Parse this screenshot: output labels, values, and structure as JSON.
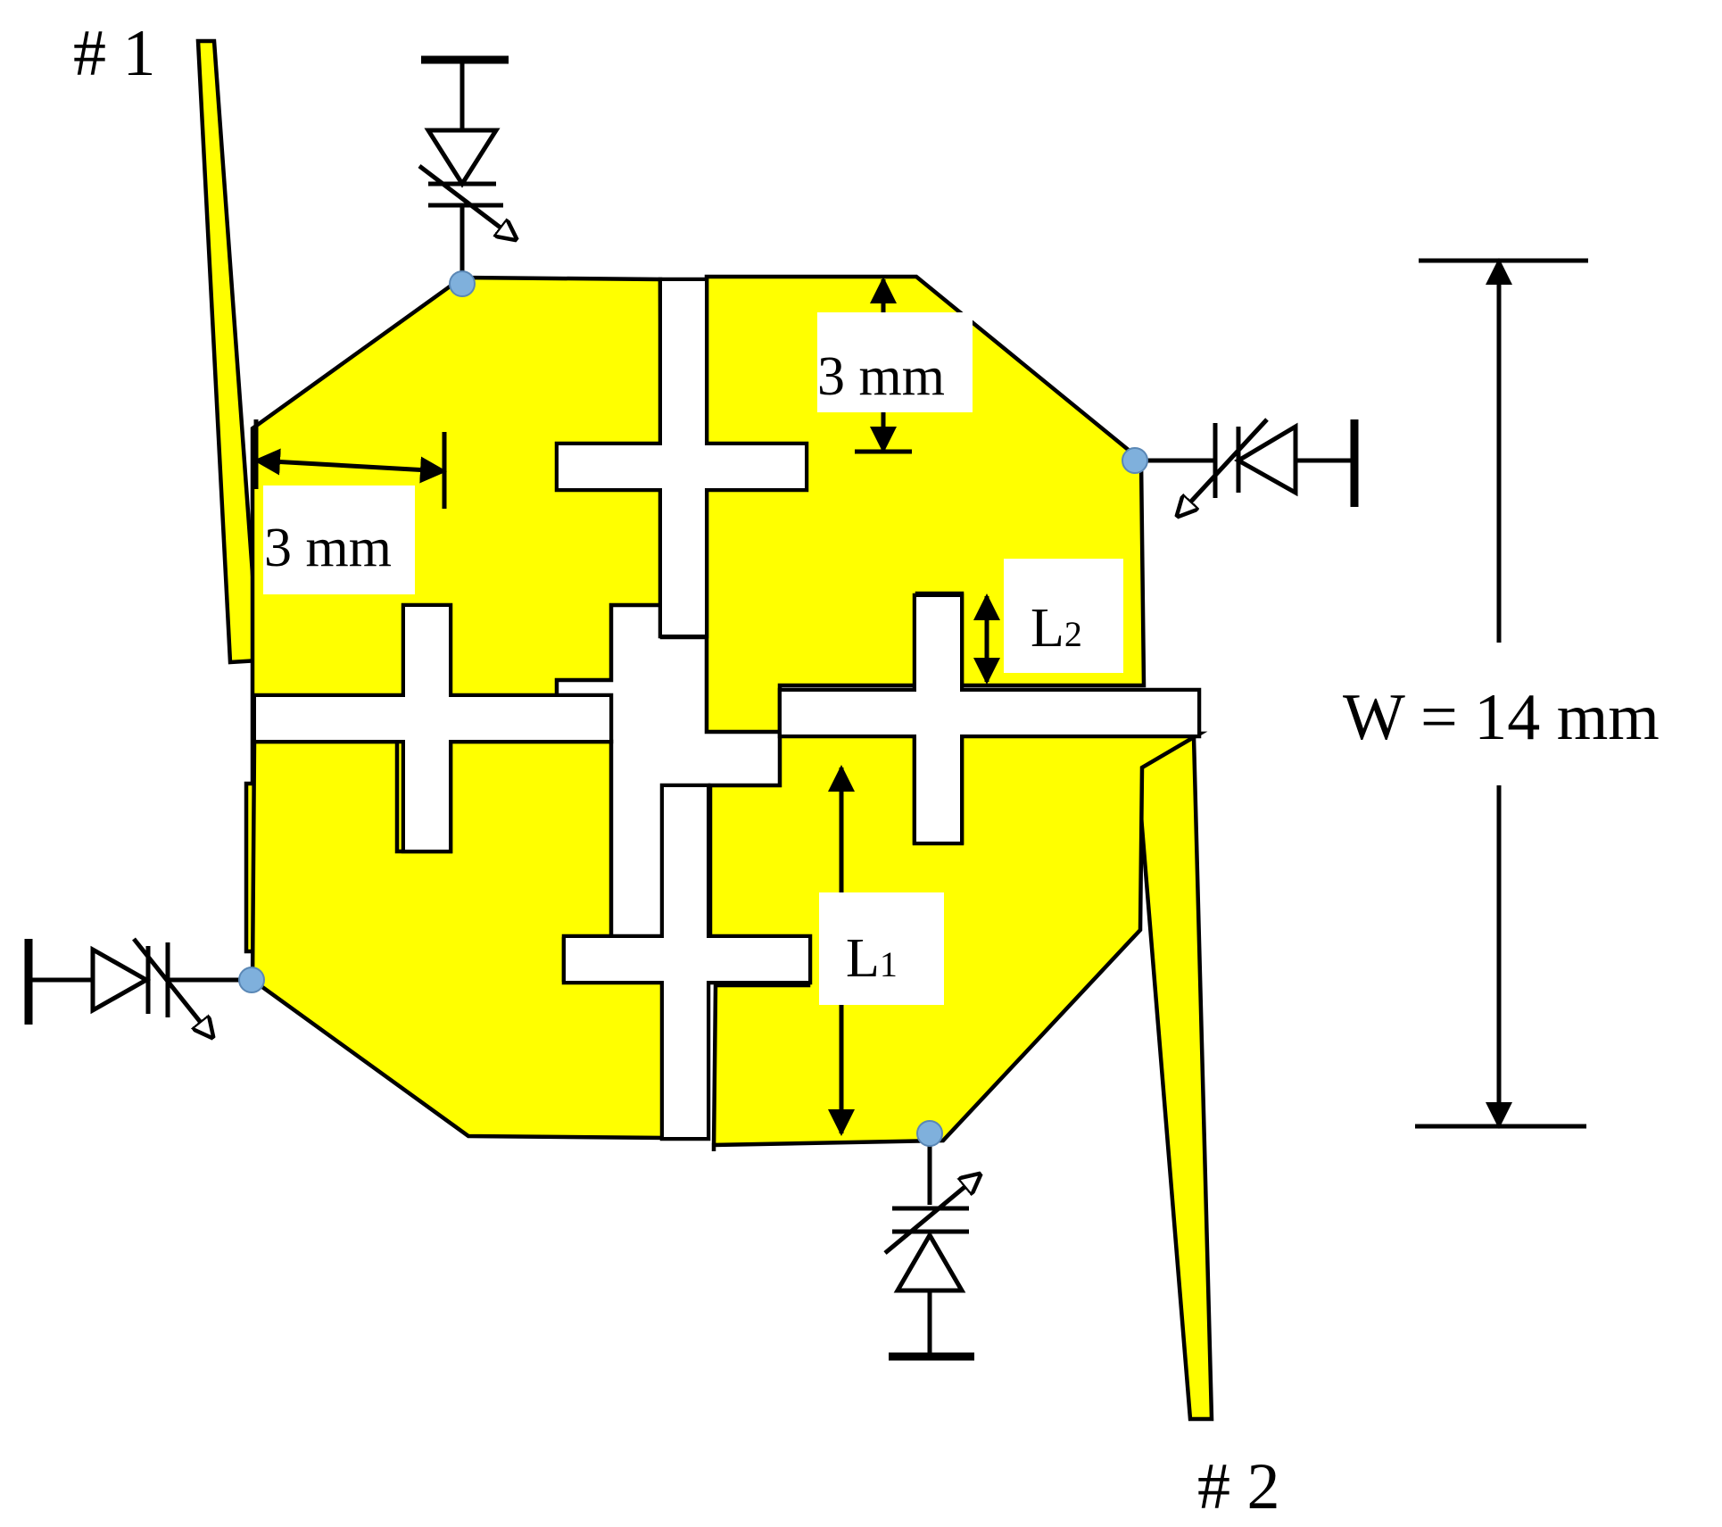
{
  "diagram": {
    "port1_label": "# 1",
    "port2_label": "# 2",
    "dim_left": "3 mm",
    "dim_top": "3 mm",
    "width_label": "W = 14 mm",
    "l1_main": "L",
    "l1_sub": "1",
    "l2_main": "L",
    "l2_sub": "2",
    "colors": {
      "patch": "#ffff00",
      "outline": "#000000",
      "feed_point": "#7fb0dc"
    }
  }
}
